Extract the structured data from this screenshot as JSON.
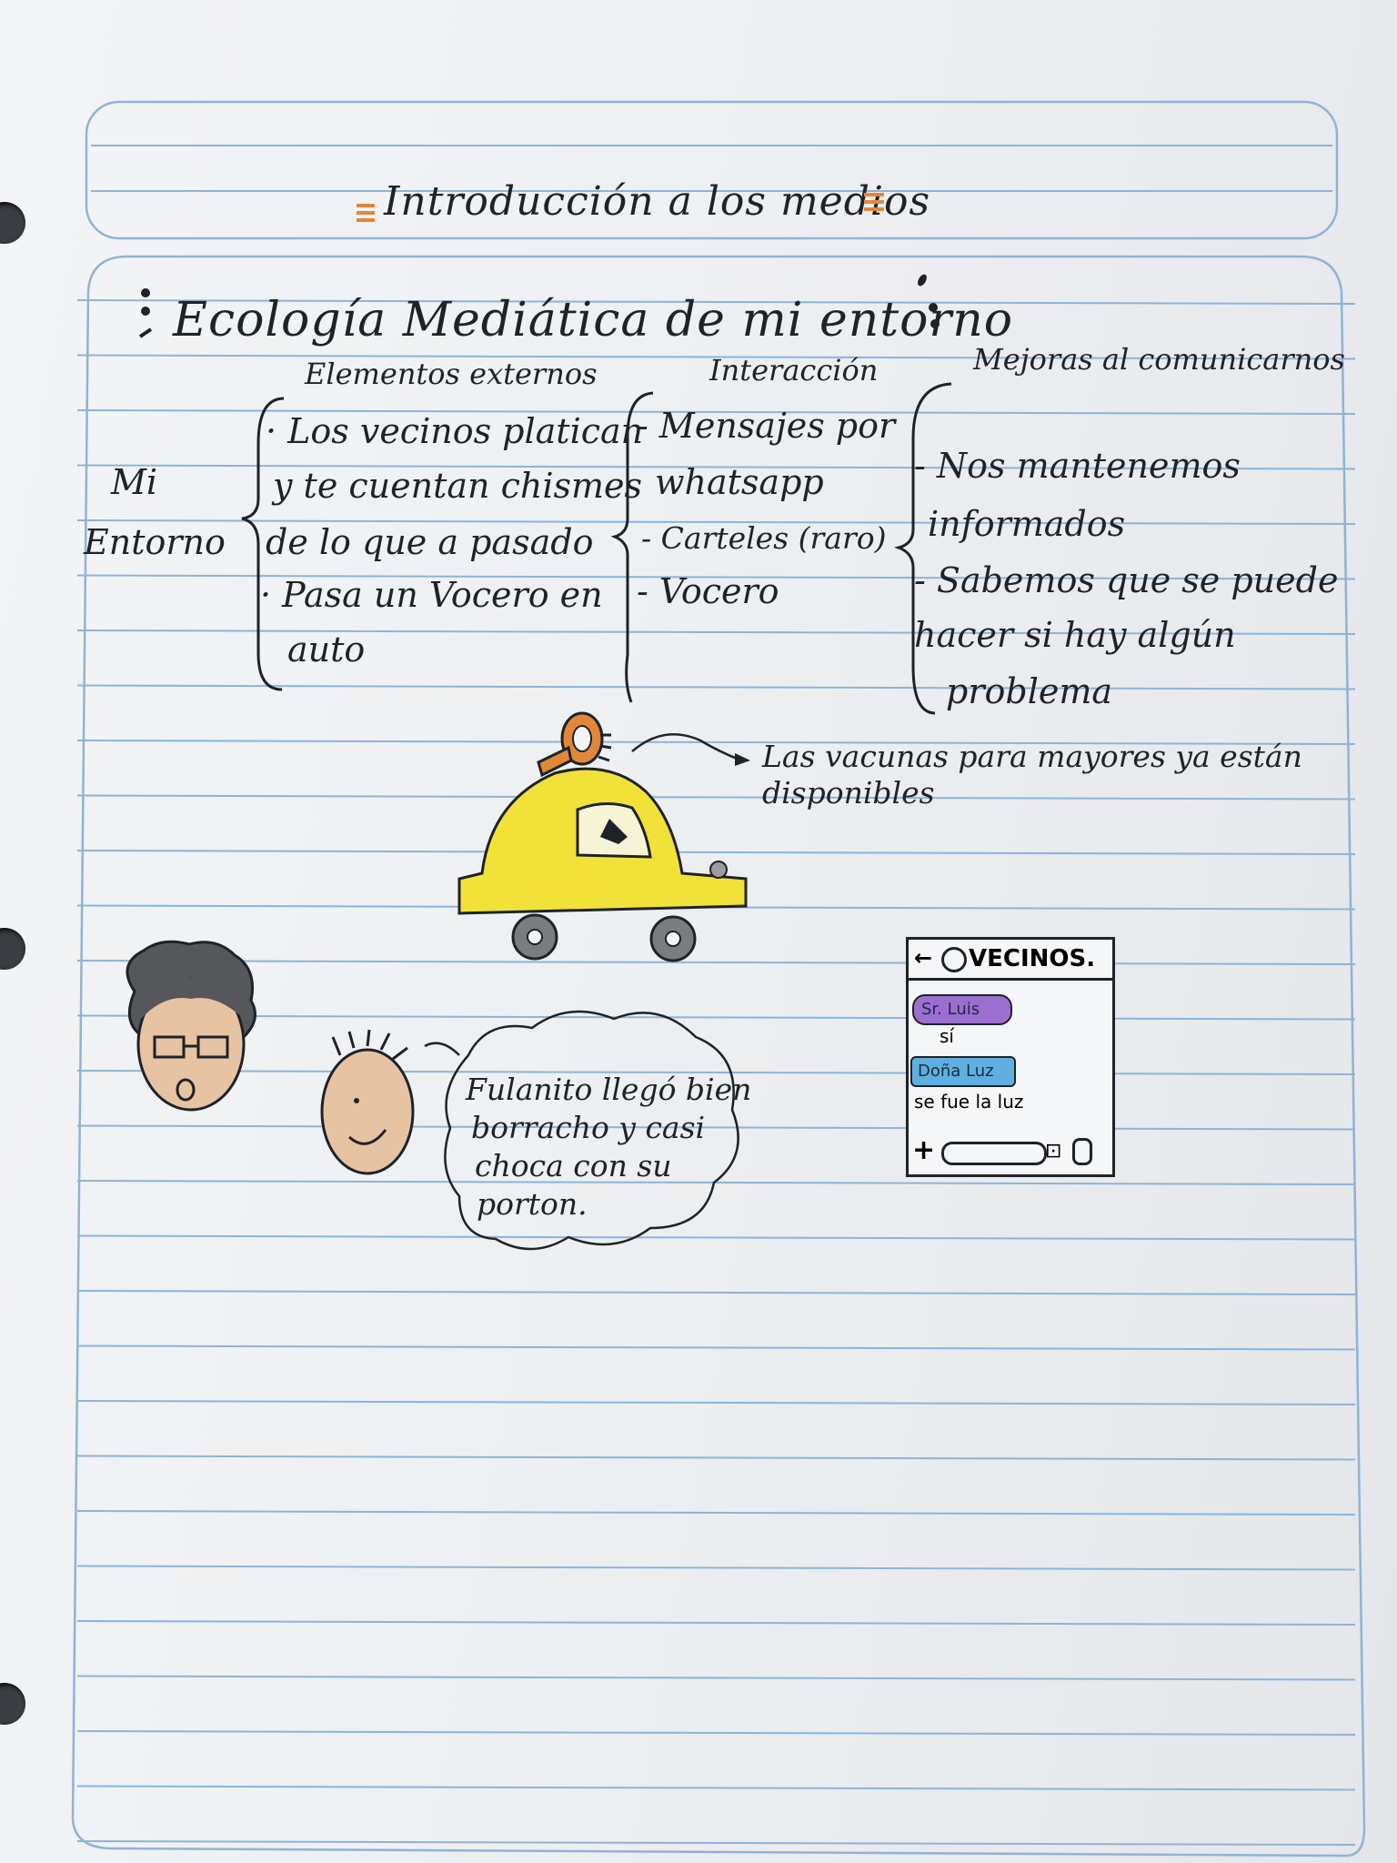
{
  "page_title": "Introducción a los medios",
  "section_title": "Ecología Mediática de mi entorno",
  "row_label": [
    "Mi",
    "Entorno"
  ],
  "columns": {
    "external": {
      "heading": "Elementos externos",
      "lines": [
        "· Los vecinos platican",
        "y te cuentan chismes",
        "de lo que a pasado",
        "· Pasa un Vocero en",
        "auto"
      ]
    },
    "interaction": {
      "heading": "Interacción",
      "lines": [
        "- Mensajes por",
        "whatsapp",
        "- Carteles (raro)",
        "- Vocero"
      ]
    },
    "improvements": {
      "heading": "Mejoras al comunicarnos",
      "lines": [
        "- Nos mantenemos",
        "informados",
        "- Sabemos que se puede",
        "hacer si hay algún",
        "problema"
      ]
    }
  },
  "loudspeaker_message": [
    "Las vacunas para mayores ya están",
    "disponibles"
  ],
  "speech_bubble": [
    "Fulanito llegó bien",
    "borracho y casi",
    "choca con su",
    "porton."
  ],
  "chat": {
    "header": "VECINOS.",
    "messages": [
      {
        "sender": "Sr. Luis",
        "text": "sí",
        "color": "#9b6fd0"
      },
      {
        "sender": "Doña Luz",
        "text": "se fue la luz",
        "color": "#5fb0e0"
      }
    ]
  },
  "colors": {
    "paper": "#eef0f2",
    "rule_line": "#8fb3d6",
    "ink": "#1f2226",
    "accent_orange": "#e2873a",
    "car_yellow": "#f1e23a",
    "skin": "#e6c3a3"
  }
}
